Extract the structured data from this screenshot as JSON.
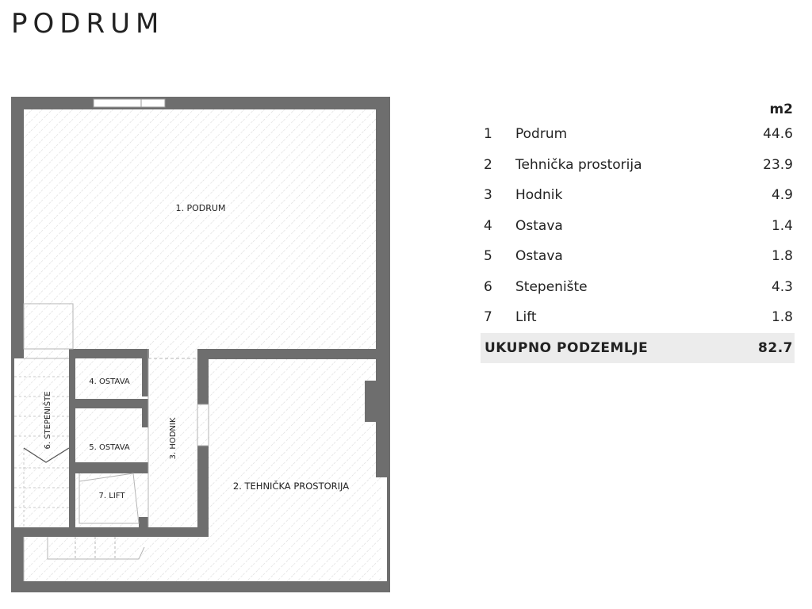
{
  "page": {
    "title": "PODRUM"
  },
  "plan_labels": {
    "podrum": "1. PODRUM",
    "tehnicka": "2. TEHNIČKA PROSTORIJA",
    "hodnik": "3. HODNIK",
    "ostava4": "4. OSTAVA",
    "ostava5": "5. OSTAVA",
    "stepeniste": "6. STEPENIŠTE",
    "lift": "7. LIFT"
  },
  "area_table": {
    "unit_header": "m2",
    "rows": [
      {
        "no": "1",
        "name": "Podrum",
        "area": "44.6"
      },
      {
        "no": "2",
        "name": "Tehnička prostorija",
        "area": "23.9"
      },
      {
        "no": "3",
        "name": "Hodnik",
        "area": "4.9"
      },
      {
        "no": "4",
        "name": "Ostava",
        "area": "1.4"
      },
      {
        "no": "5",
        "name": "Ostava",
        "area": "1.8"
      },
      {
        "no": "6",
        "name": "Stepenište",
        "area": "4.3"
      },
      {
        "no": "7",
        "name": "Lift",
        "area": "1.8"
      }
    ],
    "total_label": "UKUPNO PODZEMLJE",
    "total_value": "82.7"
  },
  "colors": {
    "wall": "#6e6e6e",
    "hatch": "#d9d9d9",
    "total_bg": "#ececec"
  }
}
